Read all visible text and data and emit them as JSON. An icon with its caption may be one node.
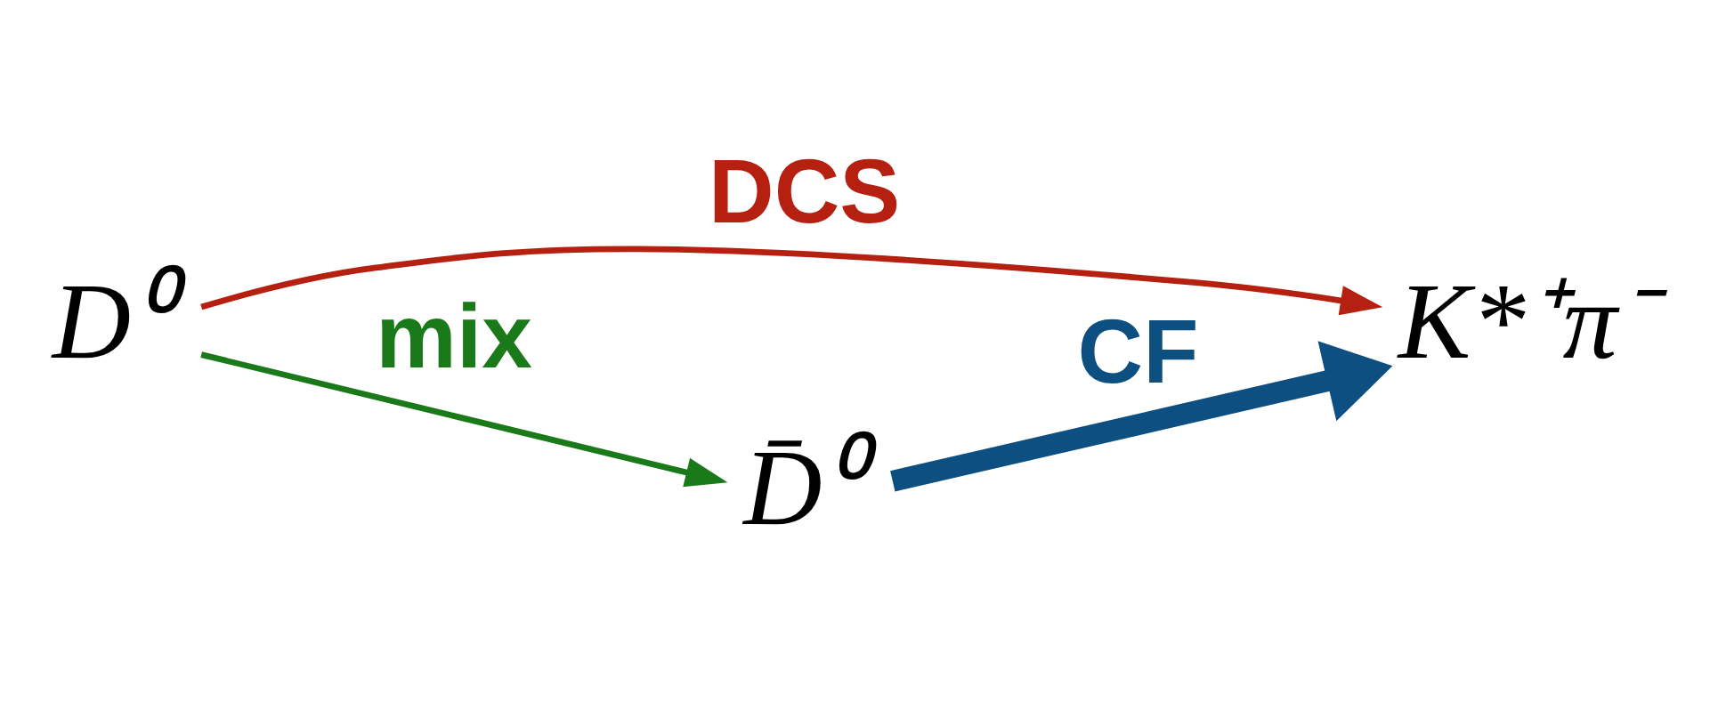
{
  "diagram": {
    "nodes": [
      {
        "text": [
          "D⁰"
        ]
      },
      {
        "text": [
          "K*⁺π⁻"
        ]
      },
      {
        "text": [
          "D̄⁰"
        ]
      }
    ],
    "edges": [
      {
        "from": 0,
        "to": 1,
        "arrow": "to",
        "label": "DCS",
        "color": "#b52010"
      },
      {
        "from": 0,
        "to": 2,
        "arrow": "to",
        "label": "mix",
        "color": "#1a7a1a"
      },
      {
        "from": 2,
        "to": 1,
        "arrow": "to",
        "label": "CF",
        "style": "thick",
        "color": "#0d4f80"
      }
    ]
  }
}
